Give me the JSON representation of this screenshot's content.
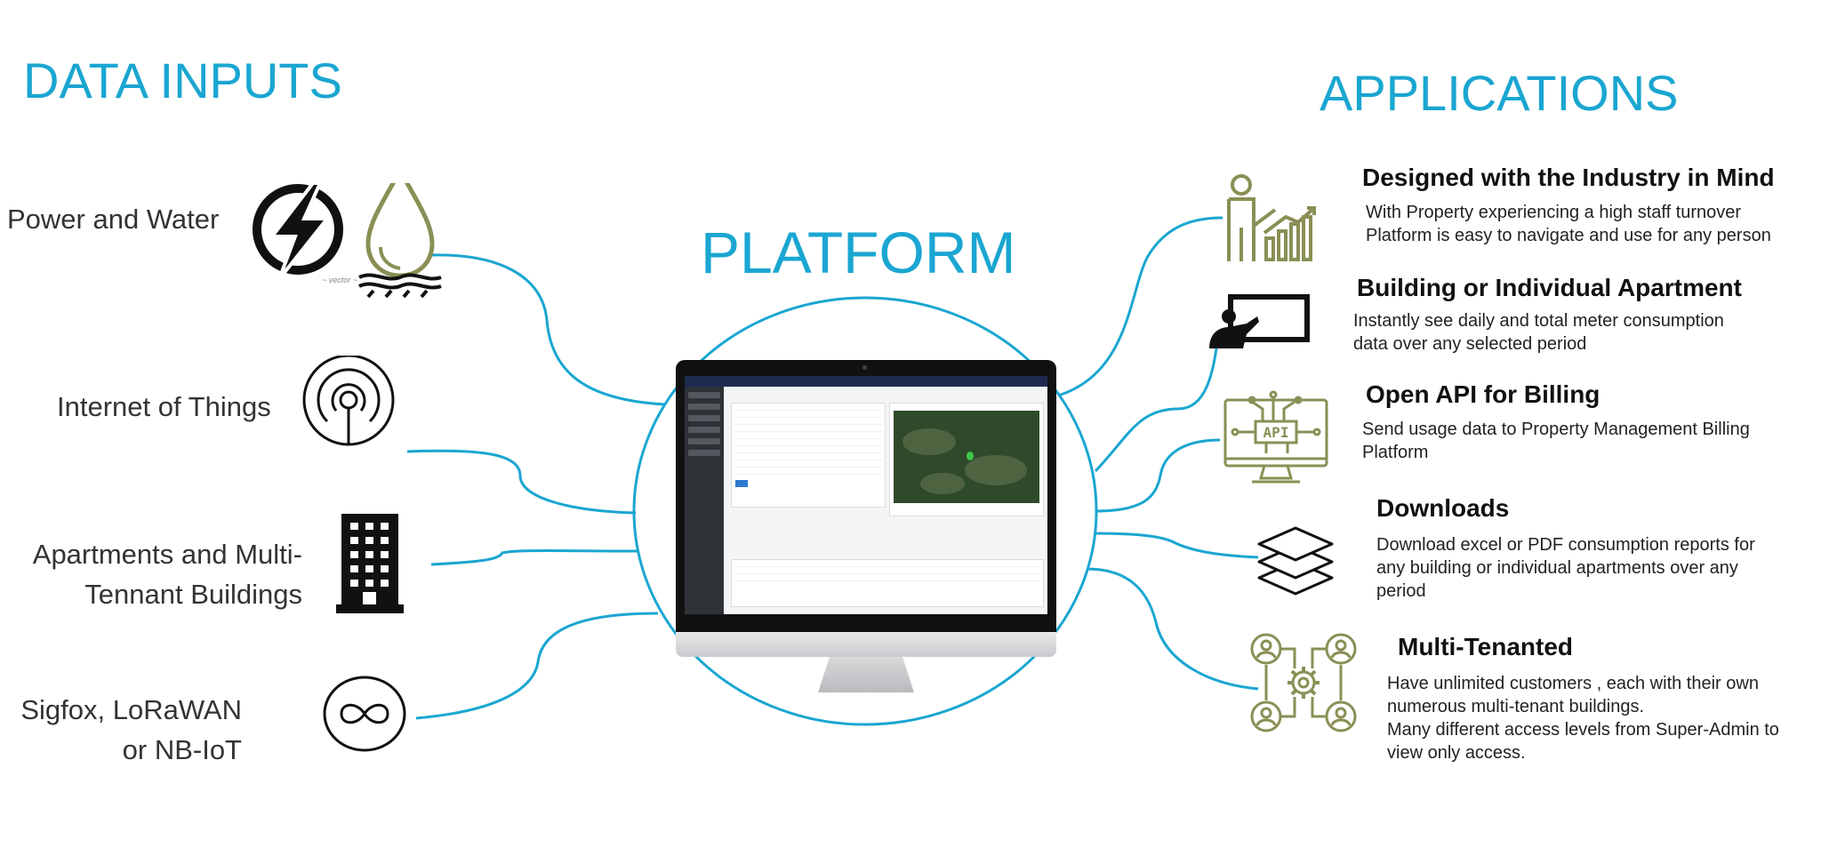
{
  "headings": {
    "inputs": "DATA INPUTS",
    "platform": "PLATFORM",
    "applications": "APPLICATIONS"
  },
  "inputs": [
    {
      "label_lines": [
        "Power and Water"
      ],
      "icons": [
        "lightning-icon",
        "water-drop-icon"
      ],
      "icon_caption": "~ vector ~"
    },
    {
      "label_lines": [
        "Internet  of Things"
      ],
      "icons": [
        "iot-antenna-icon"
      ]
    },
    {
      "label_lines": [
        "Apartments and Multi-",
        "Tennant Buildings"
      ],
      "icons": [
        "building-icon"
      ]
    },
    {
      "label_lines": [
        "Sigfox, LoRaWAN",
        "or NB-IoT"
      ],
      "icons": [
        "infinity-icon"
      ]
    }
  ],
  "applications": [
    {
      "title": "Designed with the Industry in Mind",
      "desc": [
        "With Property experiencing a high staff turnover",
        "Platform is easy to navigate and use for any person"
      ],
      "icon": "presenter-chart-icon"
    },
    {
      "title": "Building or Individual Apartment",
      "desc": [
        "Instantly see daily and total meter consumption",
        "data over any selected period"
      ],
      "icon": "whiteboard-presenter-icon"
    },
    {
      "title": "Open API for Billing",
      "desc": [
        "Send usage data to Property Management Billing",
        "Platform"
      ],
      "icon": "api-monitor-icon"
    },
    {
      "title": "Downloads",
      "desc": [
        "Download excel or PDF consumption reports for",
        "any building or individual apartments over any",
        "period"
      ],
      "icon": "layers-icon"
    },
    {
      "title": "Multi-Tenanted",
      "desc": [
        "Have unlimited customers , each with their own",
        "numerous multi-tenant  buildings.",
        "Many different access levels from Super-Admin to",
        "view only access."
      ],
      "icon": "users-network-gear-icon"
    }
  ],
  "colors": {
    "accent": "#1aa6d1",
    "icon_olive": "#8a8f55",
    "icon_black": "#111111"
  }
}
